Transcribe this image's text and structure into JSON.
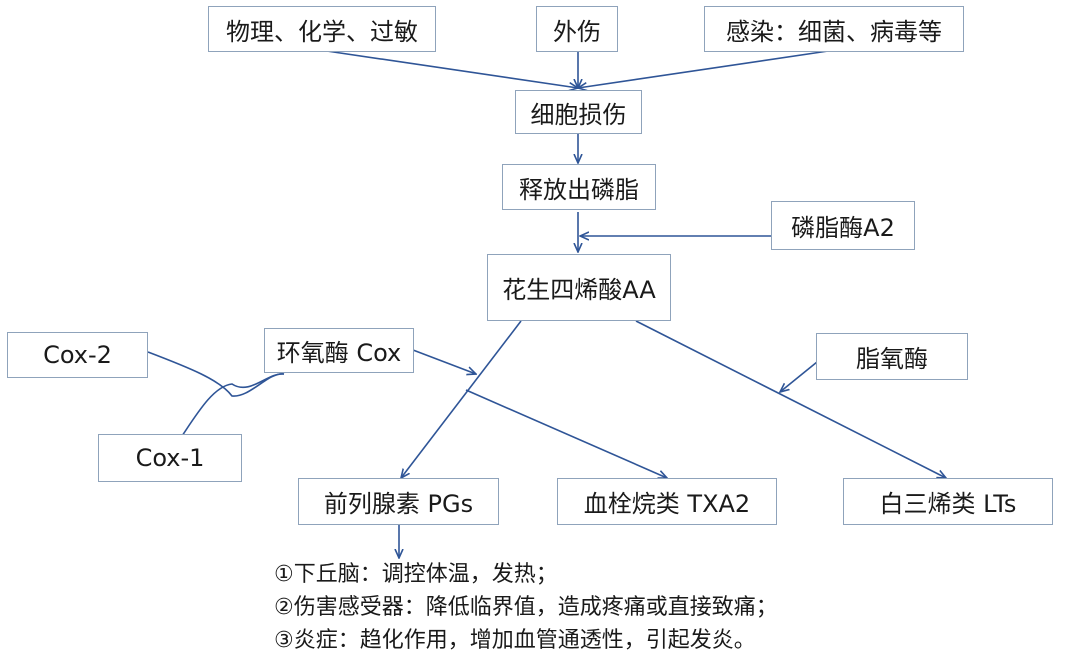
{
  "causes": {
    "physical_chemical_allergy": "物理、化学、过敏",
    "trauma": "外伤",
    "infection": "感染：细菌、病毒等"
  },
  "flow": {
    "cell_injury": "细胞损伤",
    "release_phospholipid": "释放出磷脂",
    "phospholipase_a2": "磷脂酶A2",
    "arachidonic_acid": "花生四烯酸AA"
  },
  "enzymes": {
    "cyclooxygenase": "环氧酶 Cox",
    "cox2": "Cox-2",
    "cox1": "Cox-1",
    "lipoxygenase": "脂氧酶"
  },
  "products": {
    "prostaglandins": "前列腺素 PGs",
    "thromboxane": "血栓烷类 TXA2",
    "leukotrienes": "白三烯类 LTs"
  },
  "notes": [
    "①下丘脑：调控体温，发热；",
    "②伤害感受器：降低临界值，造成疼痛或直接致痛；",
    "③炎症：趋化作用，增加血管通透性，引起发炎。"
  ],
  "colors": {
    "arrow": "#2f5597",
    "box_border": "#8fa3bb",
    "text": "#1a1a1a"
  }
}
